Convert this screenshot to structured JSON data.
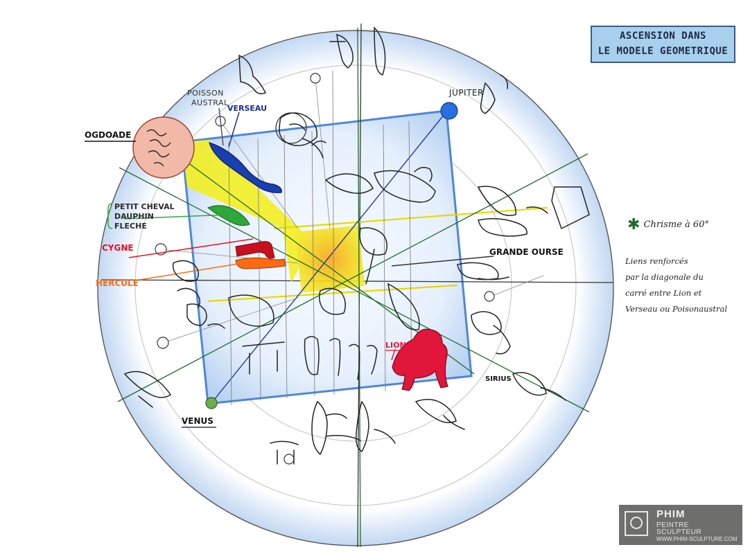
{
  "title": {
    "line1": "ASCENSION DANS",
    "line2": "LE MODELE GEOMETRIQUE"
  },
  "labels": {
    "poisson_austral_1": "POISSON",
    "poisson_austral_2": "AUSTRAL",
    "verseau": "VERSEAU",
    "jupiter": "JUPITER",
    "ogdoade": "OGDOADE",
    "petit_cheval": "PETIT CHEVAL",
    "dauphin": "DAUPHIN",
    "fleche": "FLECHE",
    "cygne": "CYGNE",
    "hercule": "HERCULE",
    "grande_ourse": "GRANDE OURSE",
    "lion": "LION",
    "sirius": "SIRIUS",
    "venus": "VENUS"
  },
  "annotations": {
    "chrisme_symbol": "✱",
    "chrisme": "Chrisme à 60°",
    "note_lines": [
      "Liens renforcés",
      "par la diagonale du",
      "carré entre Lion et",
      "Verseau ou Poisonaustral"
    ]
  },
  "logo": {
    "name": "PHIM",
    "line2": "PEINTRE",
    "line3": "SCULPTEUR",
    "url": "WWW.PHIM-SCULPTURE.COM"
  },
  "colors": {
    "disc_halo": "#c9dcf4",
    "square_fill": "#d8e8fa",
    "square_edge": "#4f86d8",
    "jupiter": "#2a6fe0",
    "venus": "#6ab04c",
    "ogdoade": "#f2b8a8",
    "yellow_band": "#f2ec1a",
    "lion": "#e0163a",
    "hercule": "#ff6a10",
    "cygne": "#e8101e",
    "petit_cheval": "#2fa83a",
    "verseau": "#1a2b9a",
    "green_axis": "#1d6a2a"
  }
}
